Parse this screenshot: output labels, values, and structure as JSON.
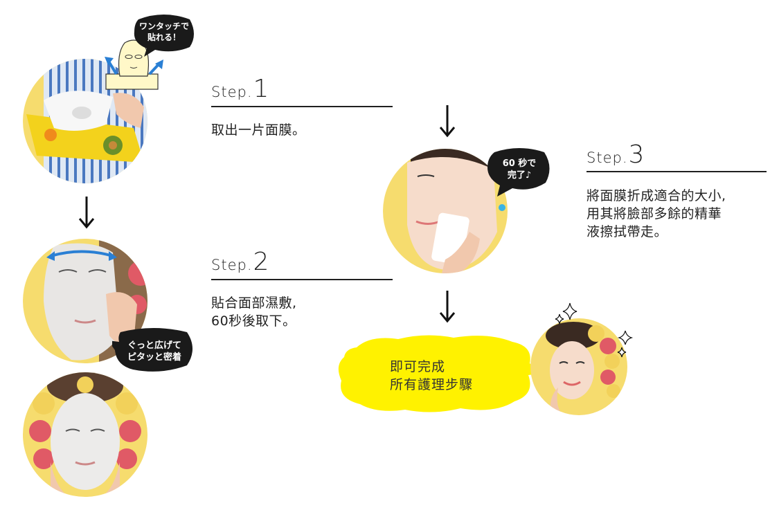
{
  "steps": [
    {
      "word": "Step.",
      "number": "1",
      "text": "取出一片面膜。"
    },
    {
      "word": "Step.",
      "number": "2",
      "text": "貼合面部濕敷,\n60秒後取下。"
    },
    {
      "word": "Step.",
      "number": "3",
      "text": "將面膜折成適合的大小,\n用其將臉部多餘的精華\n液擦拭帶走。"
    }
  ],
  "bubbles": {
    "one_touch": "ワンタッチで\n貼れる！",
    "stretch": "ぐっと広げて\nピタッと密着",
    "sixty_sec": "60 秒で\n完了♪"
  },
  "final_message": "即可完成\n所有護理步驟",
  "colors": {
    "accent_yellow": "#f6dc6e",
    "bubble_yellow": "#fff200",
    "bubble_black": "#1a1a1a",
    "arrow_blue": "#2a7fd4"
  }
}
